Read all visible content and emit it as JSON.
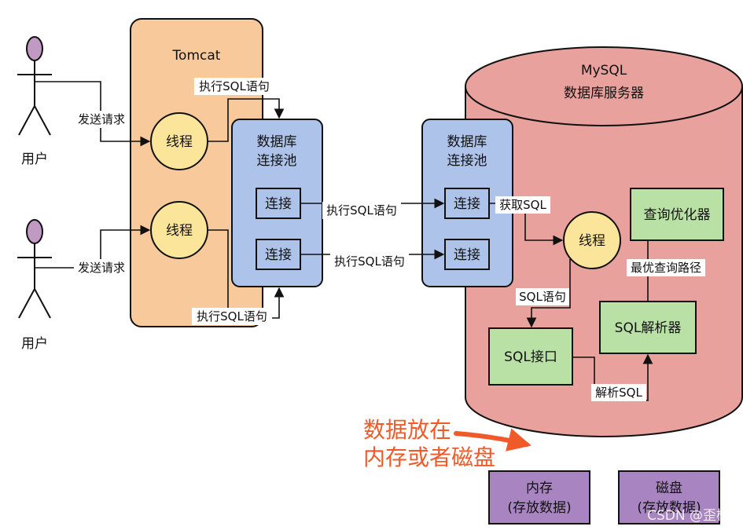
{
  "users": {
    "top": "用户",
    "bottom": "用户"
  },
  "tomcat": {
    "title": "Tomcat",
    "thread_top": "线程",
    "thread_bottom": "线程"
  },
  "edges": {
    "send_request_top": "发送请求",
    "send_request_bottom": "发送请求",
    "exec_sql_top": "执行SQL语句",
    "exec_sql_bottom": "执行SQL语句",
    "exec_sql_mid_1": "执行SQL语句",
    "exec_sql_mid_2": "执行SQL语句",
    "get_sql": "获取SQL",
    "sql_statement": "SQL语句",
    "parse_sql": "解析SQL",
    "best_path": "最优查询路径"
  },
  "pool_left": {
    "title_line1": "数据库",
    "title_line2": "连接池",
    "conn_1": "连接",
    "conn_2": "连接"
  },
  "pool_right": {
    "title_line1": "数据库",
    "title_line2": "连接池",
    "conn_1": "连接",
    "conn_2": "连接"
  },
  "mysql": {
    "title_line1": "MySQL",
    "title_line2": "数据库服务器",
    "thread": "线程",
    "optimizer": "查询优化器",
    "parser": "SQL解析器",
    "sql_interface": "SQL接口"
  },
  "annotation": {
    "line1": "数据放在",
    "line2": "内存或者磁盘",
    "color": "#f05a28"
  },
  "storage": {
    "memory_line1": "内存",
    "memory_line2": "(存放数据)",
    "disk_line1": "磁盘",
    "disk_line2": "(存放数据)"
  },
  "watermark": "CSDN @歪桃",
  "colors": {
    "tomcat": "#f8c99a",
    "pool": "#aec3ea",
    "mysql": "#e8a19c",
    "thread": "#fbe59a",
    "component": "#b9e0a5",
    "storage": "#a884c0",
    "user": "#c19ac4"
  }
}
